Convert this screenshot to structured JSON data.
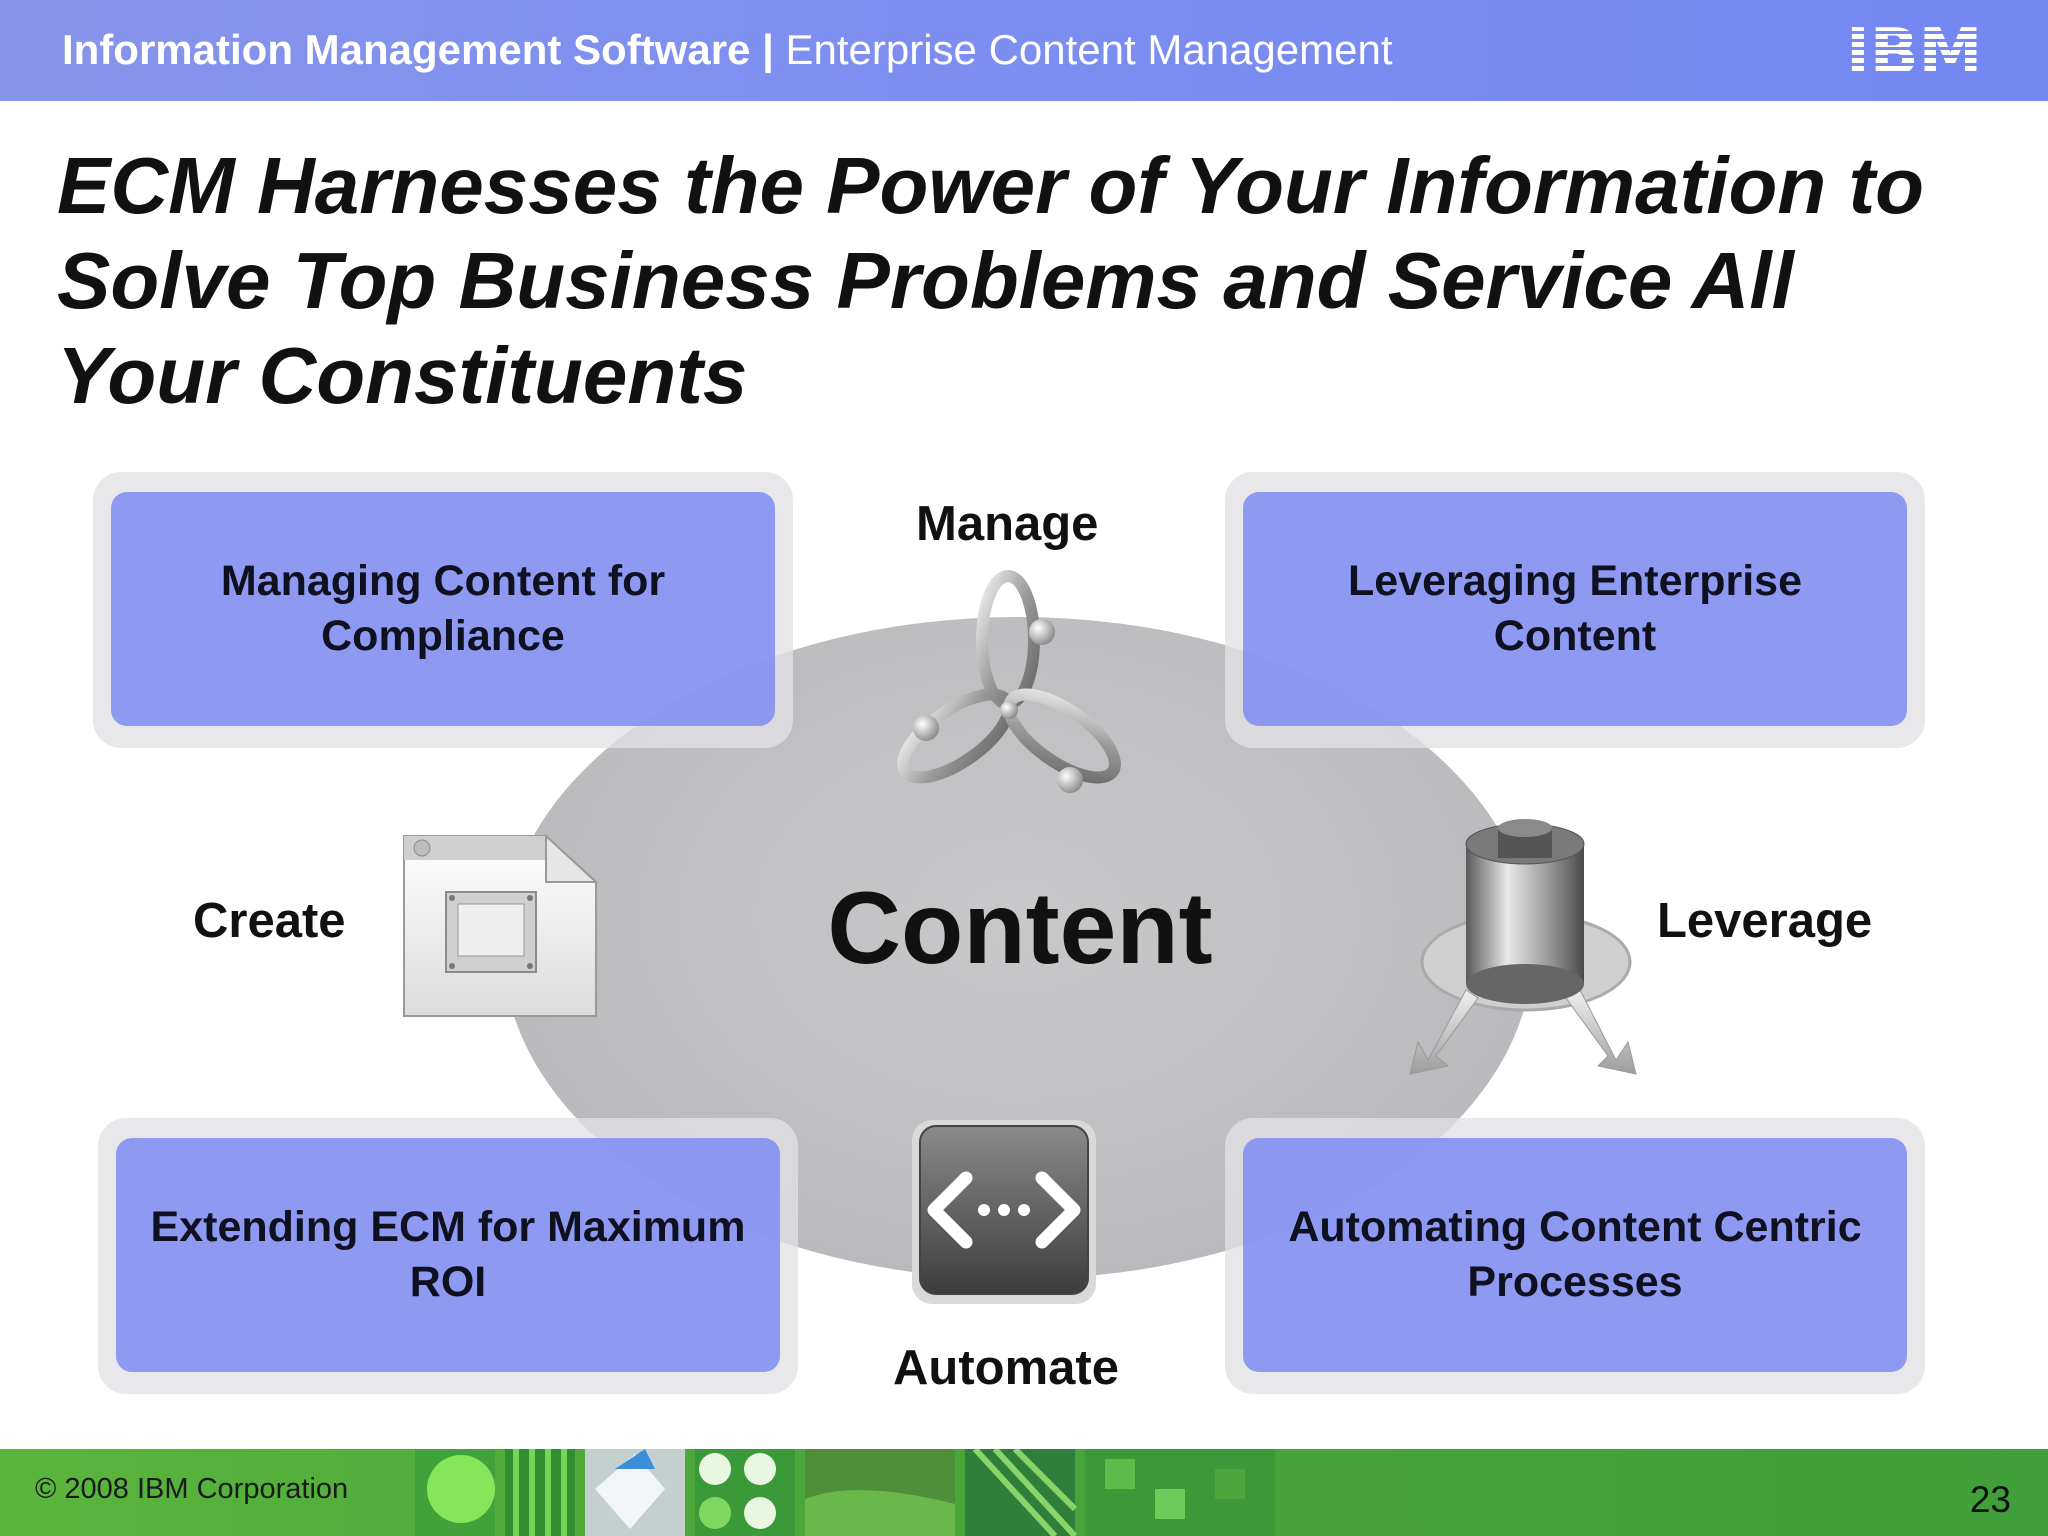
{
  "header": {
    "product": "Information Management Software",
    "separator": " | ",
    "section": "Enterprise Content Management",
    "logo_text": "IBM"
  },
  "title": {
    "lines": [
      "ECM Harnesses the Power of Your Information to",
      "Solve Top Business Problems and Service All",
      "Your Constituents"
    ]
  },
  "diagram": {
    "center": "Content",
    "stages": {
      "manage": "Manage",
      "create": "Create",
      "leverage": "Leverage",
      "automate": "Automate"
    },
    "boxes": {
      "top_left": "Managing Content for Compliance",
      "top_right": "Leveraging Enterprise Content",
      "bottom_left": "Extending ECM for Maximum ROI",
      "bottom_right": "Automating Content Centric Processes"
    },
    "icons": {
      "manage": "orbit-icon",
      "create": "document-window-icon",
      "leverage": "cylinder-arrows-icon",
      "automate": "arrows-exchange-icon"
    }
  },
  "footer": {
    "copyright": "© 2008 IBM Corporation",
    "page_number": "23"
  },
  "colors": {
    "header_bg": "#7e8ff0",
    "box_fill": "#7f8df3",
    "ellipse": "#bebec1",
    "footer_bg": "#4aa63a"
  }
}
